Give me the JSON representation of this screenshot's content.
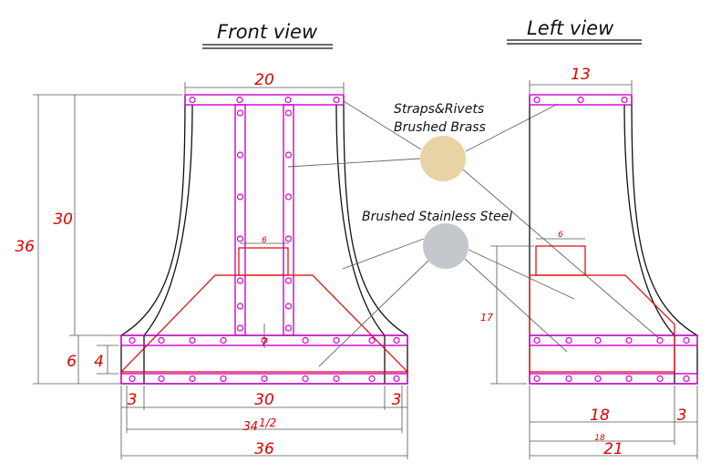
{
  "titles": {
    "front": "Front view",
    "left": "Left view"
  },
  "notes": {
    "straps_line1": "Straps&Rivets",
    "straps_line2": "Brushed Brass",
    "stainless": "Brushed Stainless Steel"
  },
  "swatches": {
    "brass": "#e8d3a4",
    "stainless": "#c4c8cc"
  },
  "colors": {
    "dimension": "#e00000",
    "strap": "#d000d0",
    "outline": "#111111"
  },
  "front_dims": {
    "top_width": "20",
    "height_total": "36",
    "height_upper": "30",
    "band_height": "6",
    "band_inner": "4",
    "strap_gap": "6",
    "small_mark": "7",
    "side_left": "3",
    "middle": "30",
    "side_right": "3",
    "inner_width": "34",
    "inner_width_fraction": "1/2",
    "bottom_width": "36"
  },
  "left_dims": {
    "top_width": "13",
    "box_width": "6",
    "height": "17",
    "bottom_inner": "18",
    "side": "3",
    "small_mark": "18",
    "bottom_total": "21"
  }
}
